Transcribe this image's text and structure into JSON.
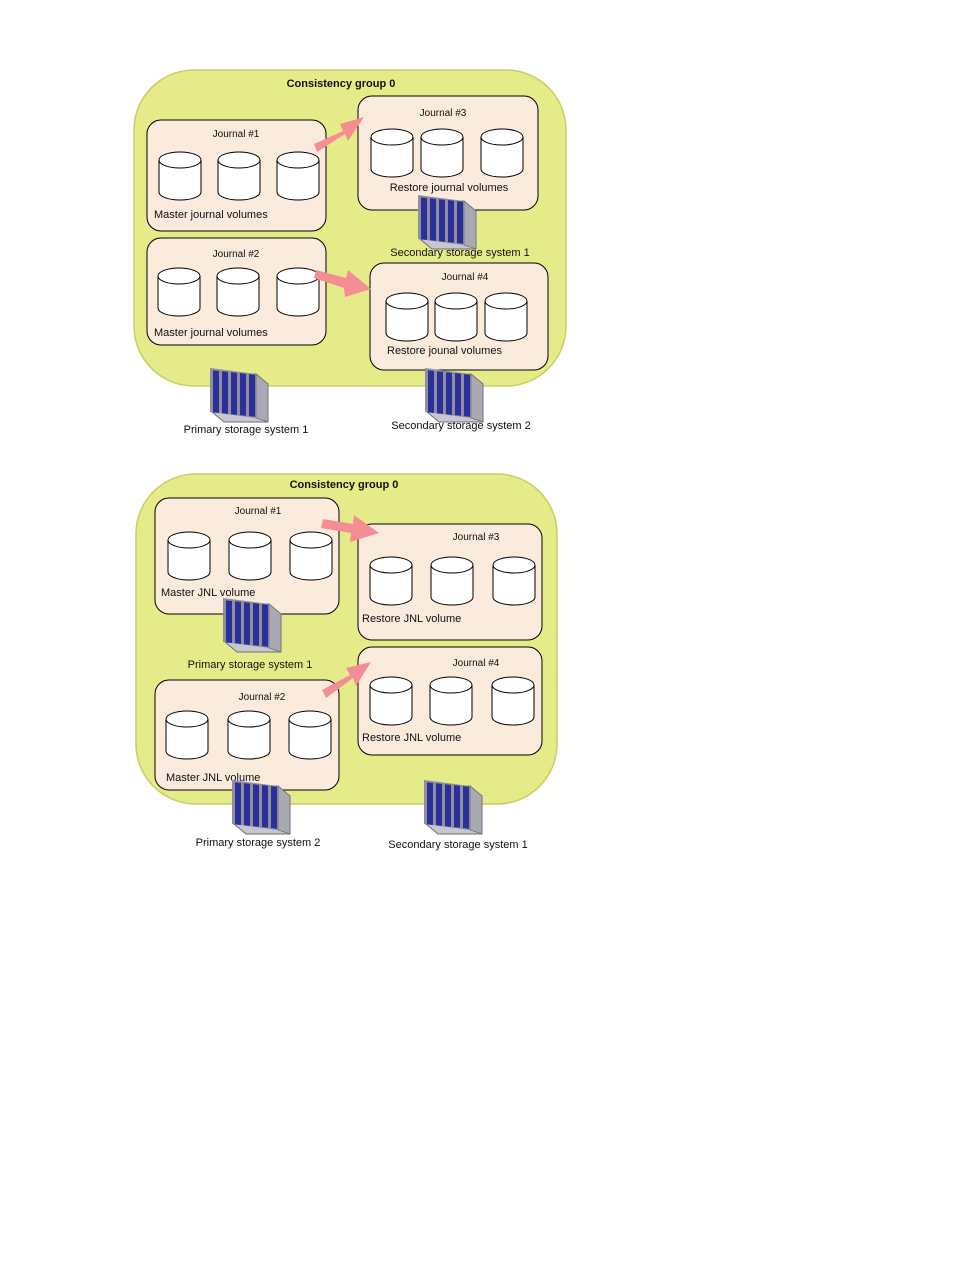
{
  "colors": {
    "group_fill": "#e6eb8a",
    "group_stroke": "#c8ce62",
    "journal_fill": "#fbebdd",
    "arrow": "#f58d94",
    "server_blue": "#2b2f9a",
    "server_gray": "#c7c7ce"
  },
  "icons": [
    "cylinder-volume-icon",
    "storage-system-icon",
    "arrow-icon"
  ],
  "diagram1": {
    "group_title": "Consistency group 0",
    "journal1": {
      "title": "Journal #1",
      "caption": "Master journal volumes"
    },
    "journal2": {
      "title": "Journal #2",
      "caption": "Master journal volumes"
    },
    "journal3": {
      "title": "Journal #3",
      "caption": "Restore journal volumes"
    },
    "journal4": {
      "title": "Journal #4",
      "caption": "Restore jounal volumes"
    },
    "primary1": "Primary storage system 1",
    "secondary1": "Secondary storage system 1",
    "secondary2": "Secondary storage system 2"
  },
  "diagram2": {
    "group_title": "Consistency group 0",
    "journal1": {
      "title": "Journal  #1",
      "caption": "Master JNL volume"
    },
    "journal2": {
      "title": "Journal  #2",
      "caption": "Master JNL volume"
    },
    "journal3": {
      "title": "Journal  #3",
      "caption": "Restore JNL volume"
    },
    "journal4": {
      "title": "Journal  #4",
      "caption": "Restore JNL volume"
    },
    "primary1": "Primary storage system 1",
    "primary2": "Primary storage system 2",
    "secondary1": "Secondary storage system 1"
  }
}
